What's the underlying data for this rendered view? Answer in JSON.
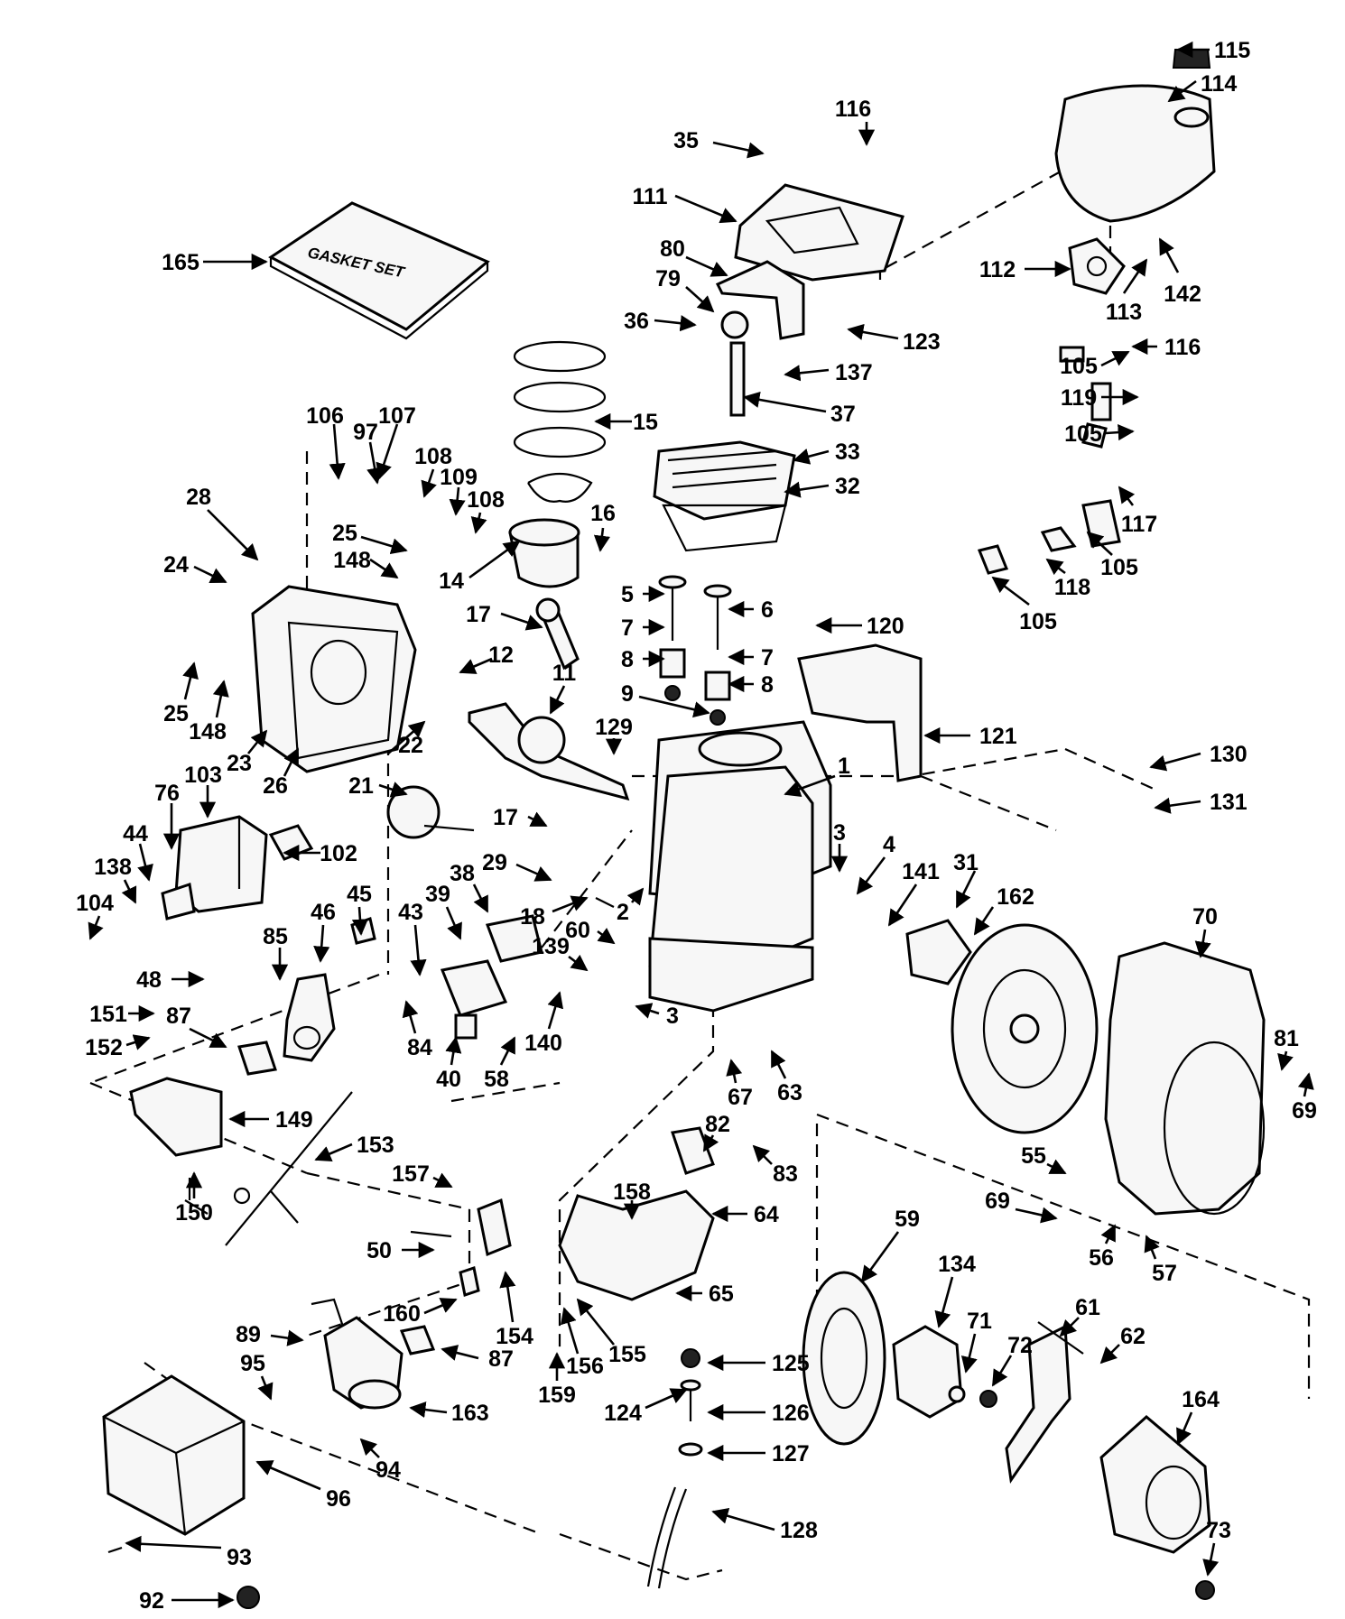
{
  "diagram": {
    "gasket_box_label": "GASKET SET",
    "callouts": {
      "c1": "1",
      "c2": "2",
      "c3a": "3",
      "c3b": "3",
      "c4": "4",
      "c5": "5",
      "c6": "6",
      "c7a": "7",
      "c7b": "7",
      "c8a": "8",
      "c8b": "8",
      "c9": "9",
      "c11": "11",
      "c12": "12",
      "c14": "14",
      "c15": "15",
      "c16": "16",
      "c17a": "17",
      "c17b": "17",
      "c18": "18",
      "c21": "21",
      "c22": "22",
      "c23": "23",
      "c24": "24",
      "c25a": "25",
      "c25b": "25",
      "c26": "26",
      "c28": "28",
      "c29": "29",
      "c31": "31",
      "c32": "32",
      "c33": "33",
      "c35": "35",
      "c36": "36",
      "c37": "37",
      "c38": "38",
      "c39": "39",
      "c40": "40",
      "c43": "43",
      "c44": "44",
      "c45": "45",
      "c46": "46",
      "c48": "48",
      "c50": "50",
      "c55": "55",
      "c56": "56",
      "c57": "57",
      "c58": "58",
      "c59": "59",
      "c60": "60",
      "c61": "61",
      "c62": "62",
      "c63": "63",
      "c64": "64",
      "c65": "65",
      "c67": "67",
      "c69a": "69",
      "c69b": "69",
      "c70": "70",
      "c71": "71",
      "c72": "72",
      "c73": "73",
      "c76": "76",
      "c79": "79",
      "c80": "80",
      "c81": "81",
      "c82": "82",
      "c83": "83",
      "c84": "84",
      "c85": "85",
      "c87a": "87",
      "c87b": "87",
      "c89": "89",
      "c92": "92",
      "c93": "93",
      "c94": "94",
      "c95": "95",
      "c96": "96",
      "c97": "97",
      "c102": "102",
      "c103": "103",
      "c104": "104",
      "c105a": "105",
      "c105b": "105",
      "c105c": "105",
      "c105d": "105",
      "c106": "106",
      "c107": "107",
      "c108a": "108",
      "c108b": "108",
      "c109": "109",
      "c111": "111",
      "c112": "112",
      "c113": "113",
      "c114": "114",
      "c115": "115",
      "c116a": "116",
      "c116b": "116",
      "c117": "117",
      "c118": "118",
      "c119": "119",
      "c120": "120",
      "c121": "121",
      "c123": "123",
      "c124": "124",
      "c125": "125",
      "c126": "126",
      "c127": "127",
      "c128": "128",
      "c129": "129",
      "c130": "130",
      "c131": "131",
      "c134": "134",
      "c137": "137",
      "c138": "138",
      "c139": "139",
      "c140": "140",
      "c141": "141",
      "c142": "142",
      "c148a": "148",
      "c148b": "148",
      "c149": "149",
      "c150": "150",
      "c151": "151",
      "c152": "152",
      "c153": "153",
      "c154": "154",
      "c155": "155",
      "c156": "156",
      "c157": "157",
      "c158": "158",
      "c159": "159",
      "c160": "160",
      "c162": "162",
      "c163": "163",
      "c164": "164",
      "c165": "165"
    }
  }
}
